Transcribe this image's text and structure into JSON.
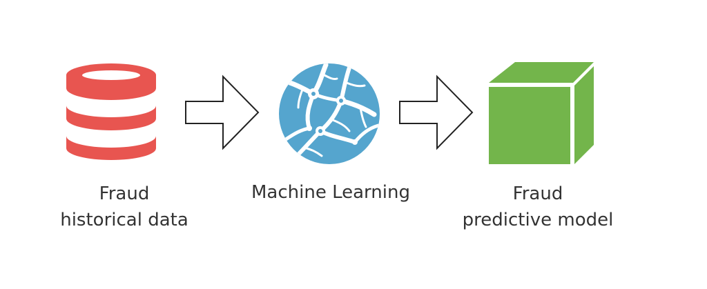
{
  "steps": [
    {
      "icon": "database-icon",
      "color": "#E85550",
      "lines": [
        "Fraud",
        "historical data"
      ]
    },
    {
      "icon": "neural-network-icon",
      "color": "#55A5CE",
      "lines": [
        "Machine Learning"
      ]
    },
    {
      "icon": "cube-icon",
      "color": "#73B54B",
      "lines": [
        "Fraud",
        "predictive model"
      ]
    }
  ],
  "arrows": [
    {
      "icon": "arrow-right-icon",
      "from": "Fraud historical data",
      "to": "Machine Learning"
    },
    {
      "icon": "arrow-right-icon",
      "from": "Machine Learning",
      "to": "Fraud predictive model"
    }
  ]
}
